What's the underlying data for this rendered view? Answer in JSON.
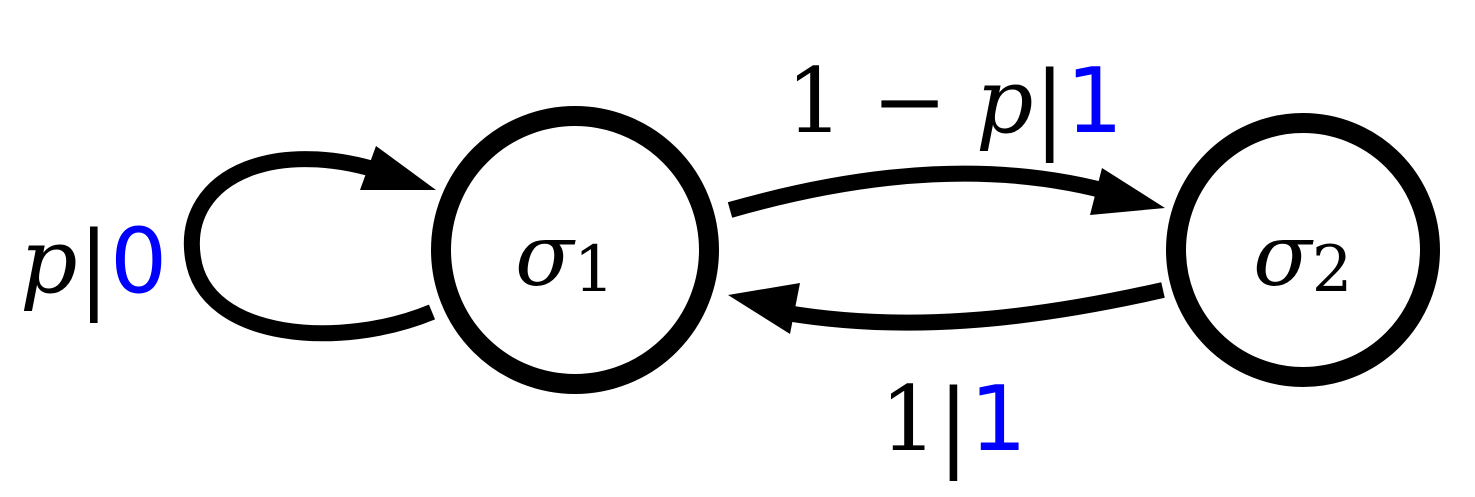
{
  "colors": {
    "stroke": "#000000",
    "output_digit": "#0000ff",
    "background": "#ffffff"
  },
  "states": [
    {
      "id": "s1",
      "symbol": "σ",
      "subscript": "1"
    },
    {
      "id": "s2",
      "symbol": "σ",
      "subscript": "2"
    }
  ],
  "transitions": [
    {
      "from": "s1",
      "to": "s1",
      "prob": "p",
      "separator": "|",
      "output": "0"
    },
    {
      "from": "s1",
      "to": "s2",
      "prob_const": "1",
      "prob_op": " − ",
      "prob_var": "p",
      "separator": "|",
      "output": "1"
    },
    {
      "from": "s2",
      "to": "s1",
      "prob": "1",
      "separator": "|",
      "output": "1"
    }
  ]
}
